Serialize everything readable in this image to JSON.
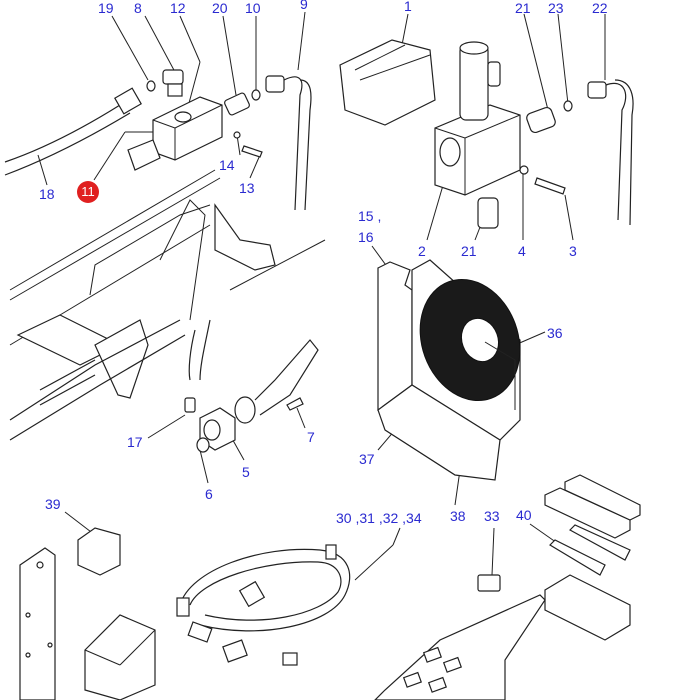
{
  "diagram": {
    "type": "exploded-parts-view",
    "label_color": "#2a2ad0",
    "highlight_color": "#e02020",
    "highlighted_callout": "11",
    "callouts": [
      {
        "id": "c19",
        "text": "19"
      },
      {
        "id": "c8",
        "text": "8"
      },
      {
        "id": "c12",
        "text": "12"
      },
      {
        "id": "c20",
        "text": "20"
      },
      {
        "id": "c10",
        "text": "10"
      },
      {
        "id": "c9",
        "text": "9"
      },
      {
        "id": "c1",
        "text": "1"
      },
      {
        "id": "c21a",
        "text": "21"
      },
      {
        "id": "c23",
        "text": "23"
      },
      {
        "id": "c22",
        "text": "22"
      },
      {
        "id": "c14",
        "text": "14"
      },
      {
        "id": "c13",
        "text": "13"
      },
      {
        "id": "c18",
        "text": "18"
      },
      {
        "id": "c11",
        "text": "11"
      },
      {
        "id": "c15",
        "text": "15 ,"
      },
      {
        "id": "c16",
        "text": "16"
      },
      {
        "id": "c2",
        "text": "2"
      },
      {
        "id": "c21b",
        "text": "21"
      },
      {
        "id": "c4",
        "text": "4"
      },
      {
        "id": "c3",
        "text": "3"
      },
      {
        "id": "c36",
        "text": "36"
      },
      {
        "id": "c17",
        "text": "17"
      },
      {
        "id": "c7",
        "text": "7"
      },
      {
        "id": "c5",
        "text": "5"
      },
      {
        "id": "c6",
        "text": "6"
      },
      {
        "id": "c37",
        "text": "37"
      },
      {
        "id": "c38",
        "text": "38"
      },
      {
        "id": "c39",
        "text": "39"
      },
      {
        "id": "c30",
        "text": "30 ,31 ,32 ,34"
      },
      {
        "id": "c33",
        "text": "33"
      },
      {
        "id": "c40",
        "text": "40"
      }
    ]
  }
}
